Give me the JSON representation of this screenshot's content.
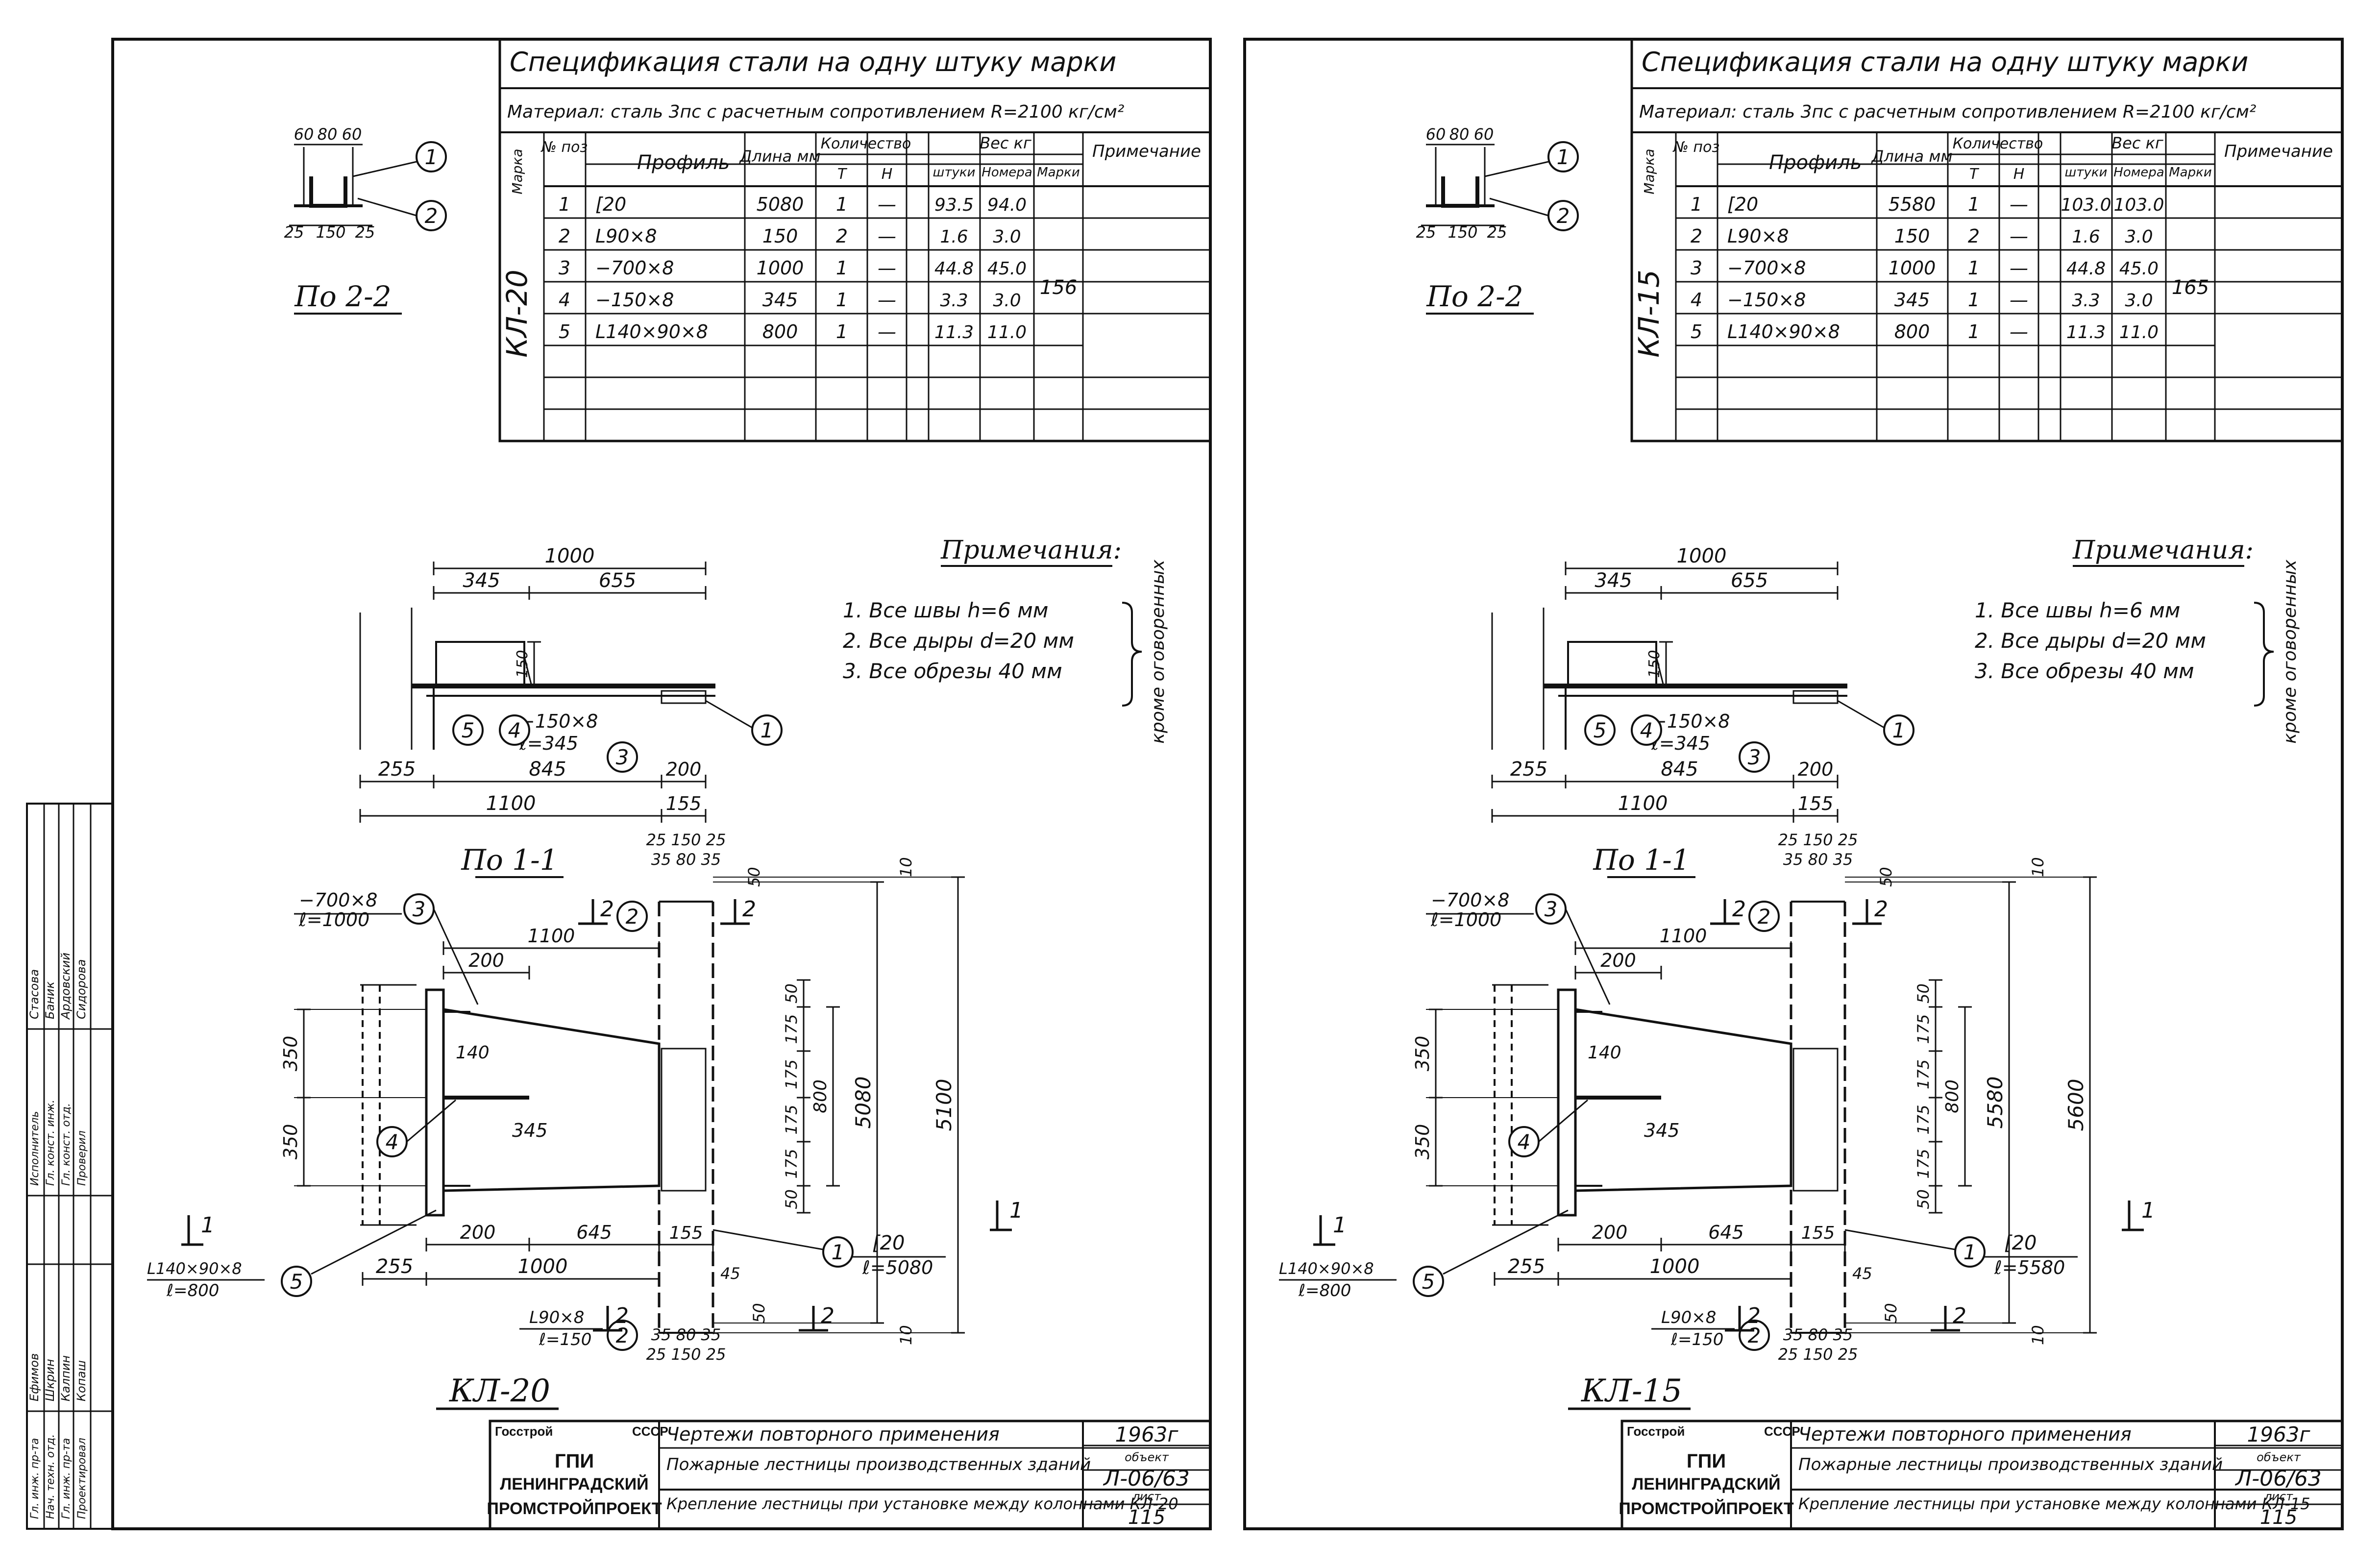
{
  "sheets": [
    {
      "spec": {
        "title": "Спецификация стали на одну штуку марки",
        "material": "Материал: сталь 3пс с расчетным сопротивлением R=2100 кг/см²",
        "headers": {
          "mark": "Марка",
          "pos": "№ поз",
          "profile": "Профиль",
          "length": "Длина мм",
          "qty": "Количество",
          "qty_t": "Т",
          "qty_n": "Н",
          "weight": "Вес кг",
          "w_piece": "штуки",
          "w_num": "Номера",
          "w_mark": "Марки",
          "note": "Примечание"
        },
        "mark": "КЛ-20",
        "mark_total": "156",
        "rows": [
          {
            "pos": "1",
            "profile": "[20",
            "length": "5080",
            "t": "1",
            "n": "—",
            "piece": "93.5",
            "num": "94.0"
          },
          {
            "pos": "2",
            "profile": "L90×8",
            "length": "150",
            "t": "2",
            "n": "—",
            "piece": "1.6",
            "num": "3.0"
          },
          {
            "pos": "3",
            "profile": "−700×8",
            "length": "1000",
            "t": "1",
            "n": "—",
            "piece": "44.8",
            "num": "45.0"
          },
          {
            "pos": "4",
            "profile": "−150×8",
            "length": "345",
            "t": "1",
            "n": "—",
            "piece": "3.3",
            "num": "3.0"
          },
          {
            "pos": "5",
            "profile": "L140×90×8",
            "length": "800",
            "t": "1",
            "n": "—",
            "piece": "11.3",
            "num": "11.0"
          }
        ]
      },
      "section22": "По 2-2",
      "section11": "По 1-1",
      "sec22_dims": [
        "60",
        "80",
        "60",
        "25",
        "150",
        "25"
      ],
      "notes": {
        "title": "Примечания:",
        "items": [
          "1. Все швы h=6 мм",
          "2. Все дыры d=20 мм",
          "3. Все обрезы 40 мм"
        ],
        "side": "кроме оговоренных"
      },
      "sec11_dims": {
        "d1000": "1000",
        "d345": "345",
        "d655": "655",
        "d150": "150",
        "d255": "255",
        "d845": "845",
        "d200": "200",
        "d1100": "1100",
        "d155": "155",
        "plate": "−150×8",
        "plate_l": "ℓ=345"
      },
      "plan": {
        "title": "КЛ-20",
        "plate": "−700×8",
        "plate_l": "ℓ=1000",
        "angle": "L140×90×8",
        "angle_l": "ℓ=800",
        "small_angle": "L90×8",
        "small_angle_l": "ℓ=150",
        "channel": "[20",
        "channel_l": "ℓ=5080",
        "dims": {
          "d1100": "1100",
          "d200": "200",
          "d140": "140",
          "d345": "345",
          "d350a": "350",
          "d350b": "350",
          "d645": "645",
          "d1000": "1000",
          "d255": "255",
          "d155": "155",
          "d45": "45",
          "dtop": "25 150 25",
          "dtop2": "35 80 35",
          "dbot": "35 80 35",
          "dbot2": "25 150 25",
          "d10a": "10",
          "d10b": "10",
          "d50a": "50",
          "d50b": "50",
          "vtotal": "5080",
          "vtotal2": "5100",
          "v175a": "175",
          "v175b": "175",
          "v175c": "175",
          "v175d": "175",
          "v800": "800",
          "v50a": "50",
          "v50b": "50"
        },
        "cut1": "1",
        "cut2": "2"
      },
      "stamp": {
        "org1": "Госстрой",
        "org2": "СССР",
        "inst1": "ГПИ",
        "inst2": "ЛЕНИНГРАДСКИЙ",
        "inst3": "ПРОМСТРОЙПРОЕКТ",
        "series": "Чертежи повторного применения",
        "object": "Пожарные лестницы производственных зданий",
        "sheet_title": "Крепление лестницы при установке между колоннами КЛ-20",
        "year": "1963г",
        "obj_label": "объект",
        "code": "Л-06/63",
        "sheet_label": "лист",
        "sheet_no": "115"
      }
    },
    {
      "spec": {
        "title": "Спецификация стали на одну штуку марки",
        "material": "Материал: сталь 3пс с расчетным сопротивлением R=2100 кг/см²",
        "headers": {
          "mark": "Марка",
          "pos": "№ поз",
          "profile": "Профиль",
          "length": "Длина мм",
          "qty": "Количество",
          "qty_t": "Т",
          "qty_n": "Н",
          "weight": "Вес кг",
          "w_piece": "штуки",
          "w_num": "Номера",
          "w_mark": "Марки",
          "note": "Примечание"
        },
        "mark": "КЛ-15",
        "mark_total": "165",
        "rows": [
          {
            "pos": "1",
            "profile": "[20",
            "length": "5580",
            "t": "1",
            "n": "—",
            "piece": "103.0",
            "num": "103.0"
          },
          {
            "pos": "2",
            "profile": "L90×8",
            "length": "150",
            "t": "2",
            "n": "—",
            "piece": "1.6",
            "num": "3.0"
          },
          {
            "pos": "3",
            "profile": "−700×8",
            "length": "1000",
            "t": "1",
            "n": "—",
            "piece": "44.8",
            "num": "45.0"
          },
          {
            "pos": "4",
            "profile": "−150×8",
            "length": "345",
            "t": "1",
            "n": "—",
            "piece": "3.3",
            "num": "3.0"
          },
          {
            "pos": "5",
            "profile": "L140×90×8",
            "length": "800",
            "t": "1",
            "n": "—",
            "piece": "11.3",
            "num": "11.0"
          }
        ]
      },
      "section22": "По 2-2",
      "section11": "По 1-1",
      "sec22_dims": [
        "60",
        "80",
        "60",
        "25",
        "150",
        "25"
      ],
      "notes": {
        "title": "Примечания:",
        "items": [
          "1. Все швы h=6 мм",
          "2. Все дыры d=20 мм",
          "3. Все обрезы 40 мм"
        ],
        "side": "кроме оговоренных"
      },
      "sec11_dims": {
        "d1000": "1000",
        "d345": "345",
        "d655": "655",
        "d150": "150",
        "d255": "255",
        "d845": "845",
        "d200": "200",
        "d1100": "1100",
        "d155": "155",
        "plate": "−150×8",
        "plate_l": "ℓ=345"
      },
      "plan": {
        "title": "КЛ-15",
        "plate": "−700×8",
        "plate_l": "ℓ=1000",
        "angle": "L140×90×8",
        "angle_l": "ℓ=800",
        "small_angle": "L90×8",
        "small_angle_l": "ℓ=150",
        "channel": "[20",
        "channel_l": "ℓ=5580",
        "dims": {
          "d1100": "1100",
          "d200": "200",
          "d140": "140",
          "d345": "345",
          "d350a": "350",
          "d350b": "350",
          "d645": "645",
          "d1000": "1000",
          "d255": "255",
          "d155": "155",
          "d45": "45",
          "dtop": "25 150 25",
          "dtop2": "35 80 35",
          "dbot": "35 80 35",
          "dbot2": "25 150 25",
          "d10a": "10",
          "d10b": "10",
          "d50a": "50",
          "d50b": "50",
          "vtotal": "5580",
          "vtotal2": "5600",
          "v175a": "175",
          "v175b": "175",
          "v175c": "175",
          "v175d": "175",
          "v800": "800",
          "v50a": "50",
          "v50b": "50"
        },
        "cut1": "1",
        "cut2": "2"
      },
      "stamp": {
        "org1": "Госстрой",
        "org2": "СССР",
        "inst1": "ГПИ",
        "inst2": "ЛЕНИНГРАДСКИЙ",
        "inst3": "ПРОМСТРОЙПРОЕКТ",
        "series": "Чертежи повторного применения",
        "object": "Пожарные лестницы производственных зданий",
        "sheet_title": "Крепление лестницы при установке между колоннами КЛ-15",
        "year": "1963г",
        "obj_label": "объект",
        "code": "Л-06/63",
        "sheet_label": "лист",
        "sheet_no": "115"
      }
    }
  ],
  "side_stamp": {
    "roles": [
      "Гл. инж. пр-та",
      "Нач. техн. отд.",
      "Гл. инж. пр-та",
      "Проектировал",
      "Исполнитель",
      "Гл. конст. инж.",
      "Гл. конст. отд.",
      "Проверил"
    ],
    "names": [
      "Ефимов",
      "Шкрин",
      "Калпин",
      "Копаш",
      "Стасова",
      "Баник",
      "Ардовский",
      "Сидорова"
    ]
  }
}
